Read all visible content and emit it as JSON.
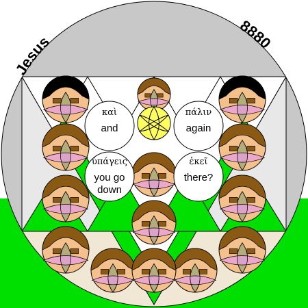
{
  "header": {
    "name_text": "Jesus",
    "number_text": "8880"
  },
  "words": [
    {
      "greek": "καὶ",
      "english_line1": "and",
      "english_line2": ""
    },
    {
      "greek": "πάλιν",
      "english_line1": "again",
      "english_line2": ""
    },
    {
      "greek": "ὑπάγεις",
      "english_line1": "you go",
      "english_line2": "down"
    },
    {
      "greek": "ἐκεῖ",
      "english_line1": "there?",
      "english_line2": ""
    }
  ],
  "colors": {
    "circle_gray": "#c8c8c8",
    "green": "#00e000",
    "pale_green": "#e8f0d8",
    "beige": "#f0e8d4",
    "face": "#f4c08c",
    "hair": "#8a5a14",
    "petal_olive": "#a8a878",
    "petal_pink": "#e8a0e0",
    "gold": "#ffff60",
    "white": "#ffffff"
  },
  "icons": [
    "face-medallion-icon",
    "petal-icon",
    "gold-rosette-icon"
  ]
}
